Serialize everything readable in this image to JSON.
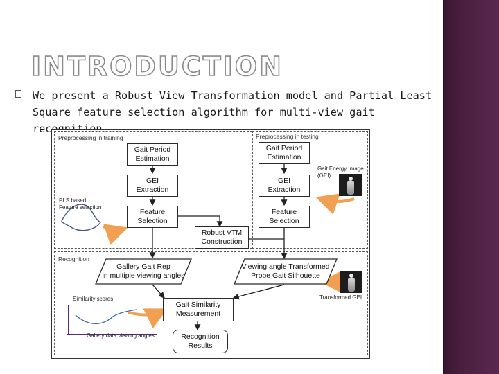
{
  "slide": {
    "title": "INTRODUCTION",
    "bullet": "We present a Robust View Transformation model and Partial Least Square feature selection algorithm for multi-view gait recognition."
  },
  "diagram": {
    "regions": {
      "training": "Preprocessing in training",
      "testing": "Preprocessing in testing",
      "recognition": "Recognition"
    },
    "boxes": {
      "gait_period_train": "Gait Period\nEstimation",
      "gei_extraction_train": "GEI\nExtraction",
      "feature_selection_train": "Feature\nSelection",
      "gait_period_test": "Gait Period\nEstimation",
      "gei_extraction_test": "GEI\nExtraction",
      "feature_selection_test": "Feature\nSelection",
      "robust_vtm": "Robust VTM\nConstruction",
      "gallery_rep": "Gallery Gait Rep\nin multiple viewing angles",
      "probe_silhouette": "Viewing angle Transformed\nProbe Gait Silhouette",
      "similarity": "Gait Similarity\nMeasurement",
      "results": "Recognition\nResults"
    },
    "side_labels": {
      "pls": "PLS based\nFeature selection",
      "gei_image": "Gait Energy Image\n(GEI)",
      "transformed_gei": "Transformed GEI",
      "similarity_scores": "Similarity scores",
      "gallery_angles": "Gallery data viewing angles"
    },
    "colors": {
      "arrow_orange": "#f0a050",
      "line_dark": "#222222",
      "axis_purple": "#5a2a8a",
      "sidebar": "#4a1f3e"
    }
  }
}
